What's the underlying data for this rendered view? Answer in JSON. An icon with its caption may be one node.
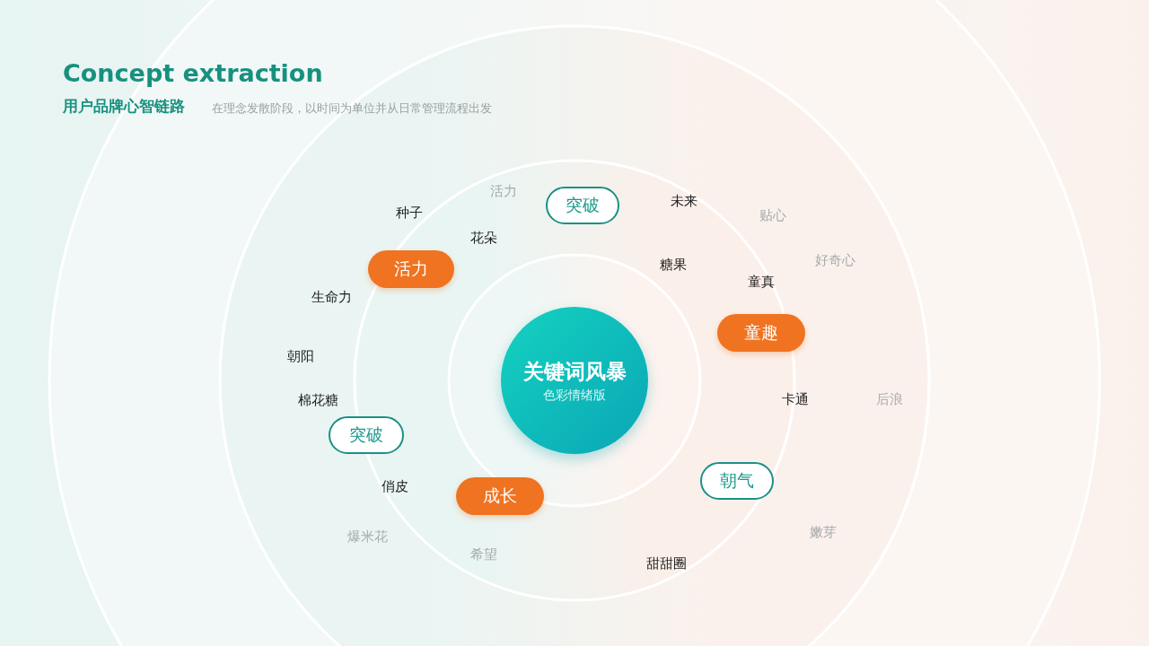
{
  "diagram": {
    "title": "Concept extraction",
    "nodes": [
      {
        "text": [
          "突破"
        ]
      },
      {
        "text": [
          "活力"
        ]
      },
      {
        "text": [
          "童趣"
        ]
      },
      {
        "text": [
          "关键词风暴",
          "色彩情绪版"
        ]
      },
      {
        "text": [
          "突破"
        ]
      },
      {
        "text": [
          "朝气"
        ]
      },
      {
        "text": [
          "成长"
        ]
      }
    ],
    "labels": [
      "用户品牌心智链路",
      "在理念发散阶段，以时间为单位并从日常管理流程出发",
      "活力",
      "未来",
      "种子",
      "贴心",
      "花朵",
      "好奇心",
      "糖果",
      "童真",
      "生命力",
      "朝阳",
      "卡通",
      "后浪",
      "棉花糖",
      "俏皮",
      "嫩芽",
      "爆米花",
      "希望",
      "甜甜圈"
    ]
  }
}
